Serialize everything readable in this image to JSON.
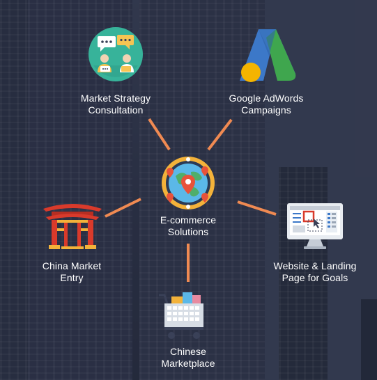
{
  "center": {
    "label": "E-commerce\nSolutions",
    "icon": "globe-map-pin-icon"
  },
  "nodes": {
    "market_strategy": {
      "label": "Market Strategy\nConsultation",
      "icon": "consultation-chat-icon"
    },
    "adwords": {
      "label": "Google AdWords\nCampaigns",
      "icon": "google-adwords-icon"
    },
    "china_entry": {
      "label": "China Market\nEntry",
      "icon": "chinese-gate-icon"
    },
    "website": {
      "label": "Website & Landing\nPage for Goals",
      "icon": "monitor-website-icon"
    },
    "marketplace": {
      "label": "Chinese\nMarketplace",
      "icon": "shopping-cart-icon"
    }
  },
  "colors": {
    "connector": "#f08a52",
    "background": "#2c3247",
    "text": "#ffffff"
  }
}
